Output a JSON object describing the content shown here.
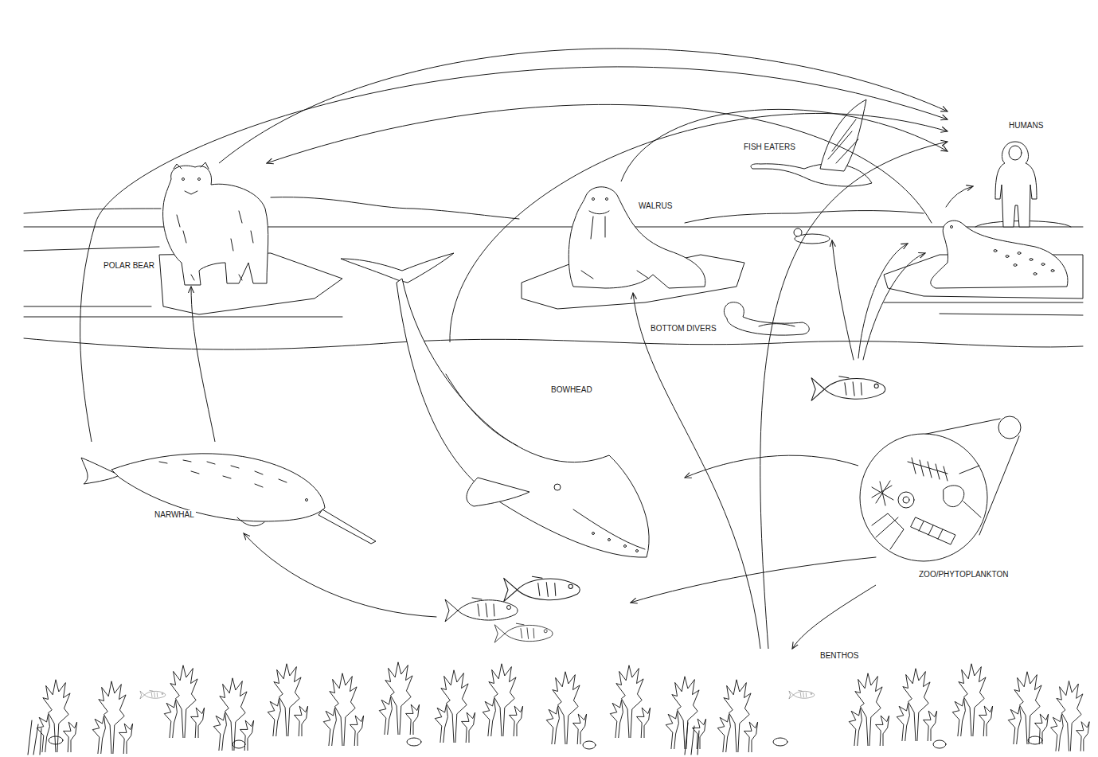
{
  "diagram": {
    "nodes": [
      {
        "text": [
          "HUMANS"
        ]
      },
      {
        "text": [
          "FISH EATERS"
        ]
      },
      {
        "text": [
          "WALRUS"
        ]
      },
      {
        "text": [
          "POLAR BEAR"
        ]
      },
      {
        "text": [
          "BOTTOM DIVERS"
        ]
      },
      {
        "text": [
          "BOWHEAD"
        ]
      },
      {
        "text": [
          "NARWHAL"
        ]
      },
      {
        "text": [
          "ZOO/PHYTOPLANKTON"
        ]
      },
      {
        "text": [
          "BENTHOS"
        ]
      }
    ],
    "edges": [
      {
        "from": 7,
        "to": 5,
        "arrow": "to"
      },
      {
        "from": 7,
        "to": 8,
        "arrow": "to"
      },
      {
        "from": 8,
        "to": 2,
        "arrow": "to"
      },
      {
        "from": 8,
        "to": 0,
        "arrow": "to"
      },
      {
        "from": 6,
        "to": 3,
        "arrow": "to"
      },
      {
        "from": 6,
        "to": 0,
        "arrow": "to"
      },
      {
        "from": 3,
        "to": 0,
        "arrow": "to"
      },
      {
        "from": 5,
        "to": 0,
        "arrow": "to"
      },
      {
        "from": 2,
        "to": 0,
        "arrow": "to"
      }
    ]
  }
}
